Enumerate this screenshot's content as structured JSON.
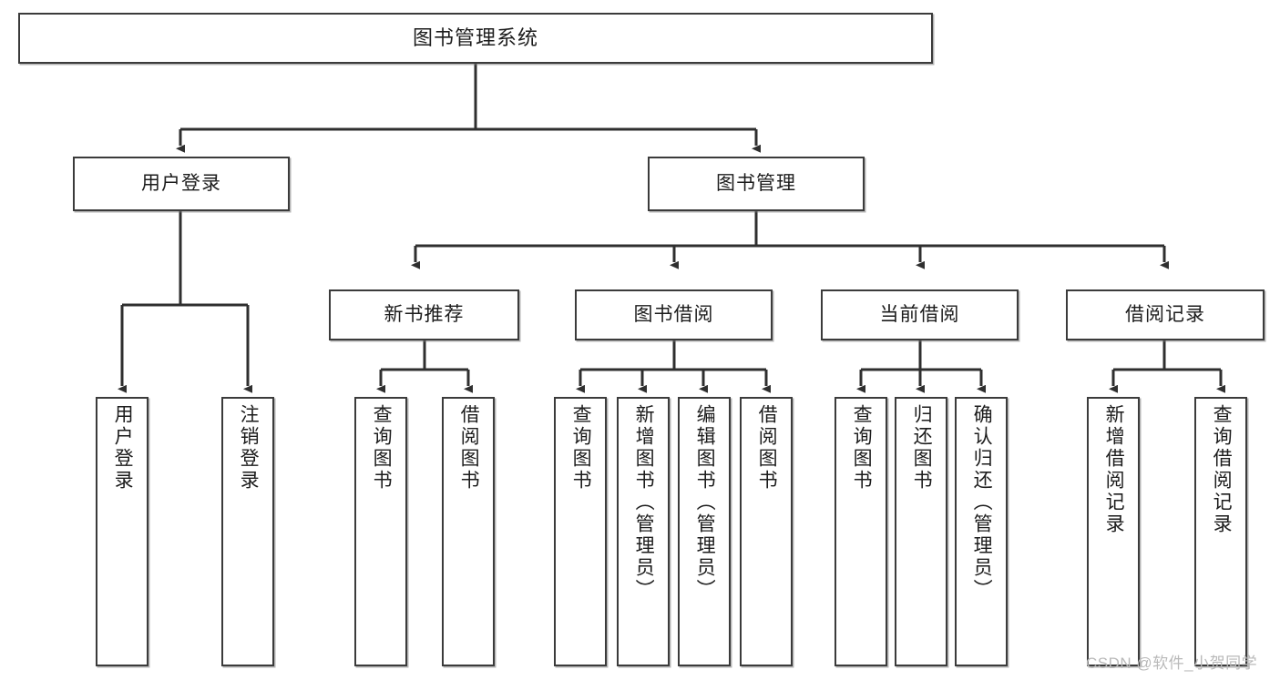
{
  "diagram": {
    "type": "tree",
    "title": "图书管理系统",
    "orientation": "top-down",
    "colors": {
      "box_border": "#3b3b3b",
      "box_fill": "#ffffff",
      "connector": "#2f2f2f",
      "text": "#1c1c1c",
      "watermark": "#b9b9b9",
      "page_background": "#ffffff"
    },
    "root": {
      "label": "图书管理系统"
    },
    "level2": [
      {
        "label": "用户登录"
      },
      {
        "label": "图书管理"
      }
    ],
    "level3": [
      {
        "label": "新书推荐"
      },
      {
        "label": "图书借阅"
      },
      {
        "label": "当前借阅"
      },
      {
        "label": "借阅记录"
      }
    ],
    "leaves": {
      "user_login": [
        {
          "label": "用户登录"
        },
        {
          "label": "注销登录"
        }
      ],
      "new_book_recommend": [
        {
          "label": "查询图书"
        },
        {
          "label": "借阅图书"
        }
      ],
      "book_borrow": [
        {
          "label": "查询图书"
        },
        {
          "label": "新增图书（管理员）"
        },
        {
          "label": "编辑图书（管理员）"
        },
        {
          "label": "借阅图书"
        }
      ],
      "current_borrow": [
        {
          "label": "查询图书"
        },
        {
          "label": "归还图书"
        },
        {
          "label": "确认归还（管理员）"
        }
      ],
      "borrow_record": [
        {
          "label": "新增借阅记录"
        },
        {
          "label": "查询借阅记录"
        }
      ]
    }
  },
  "watermark": {
    "text": "CSDN @软件_小贺同学"
  }
}
